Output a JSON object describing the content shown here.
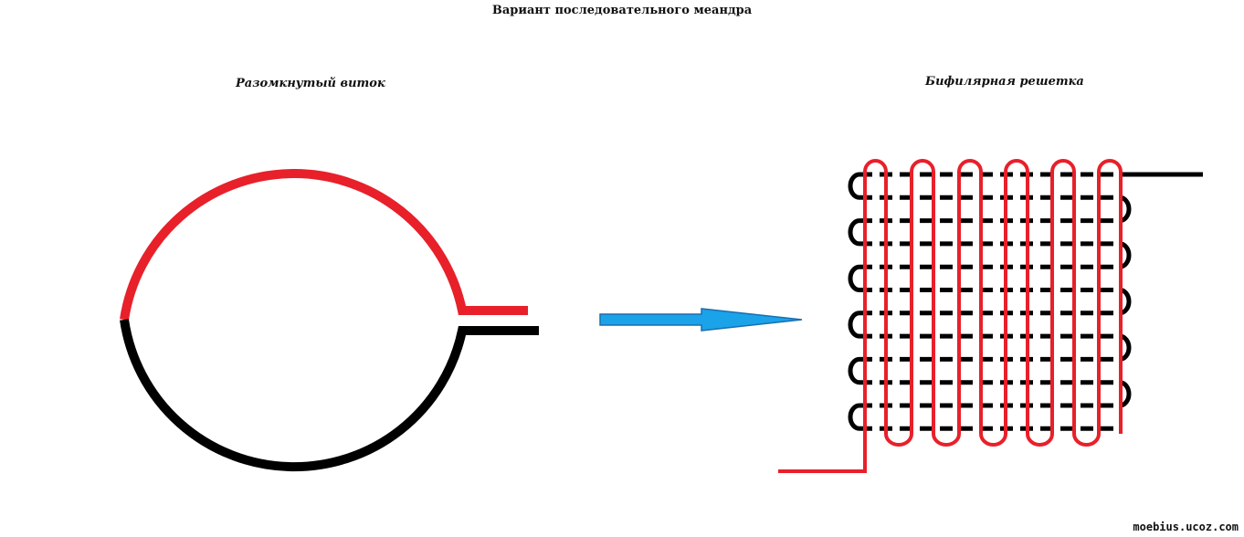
{
  "title": "Вариант последовательного меандра",
  "left_caption": "Разомкнутый виток",
  "right_caption": "Бифилярная решетка",
  "watermark": "moebius.ucoz.com",
  "colors": {
    "red_wire": "#e8202a",
    "black_wire": "#000000",
    "arrow_fill": "#1aa3e8",
    "arrow_stroke": "#1a6fb0"
  }
}
